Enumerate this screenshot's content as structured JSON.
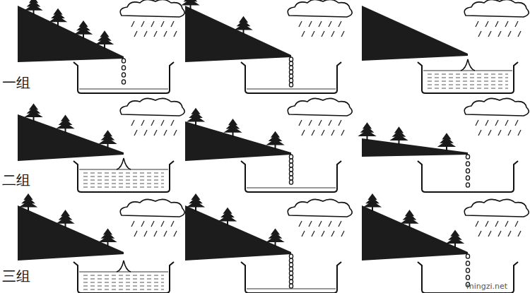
{
  "diagram": {
    "labels": [
      "一组",
      "二组",
      "三组",
      "mingzi.net"
    ]
  }
}
